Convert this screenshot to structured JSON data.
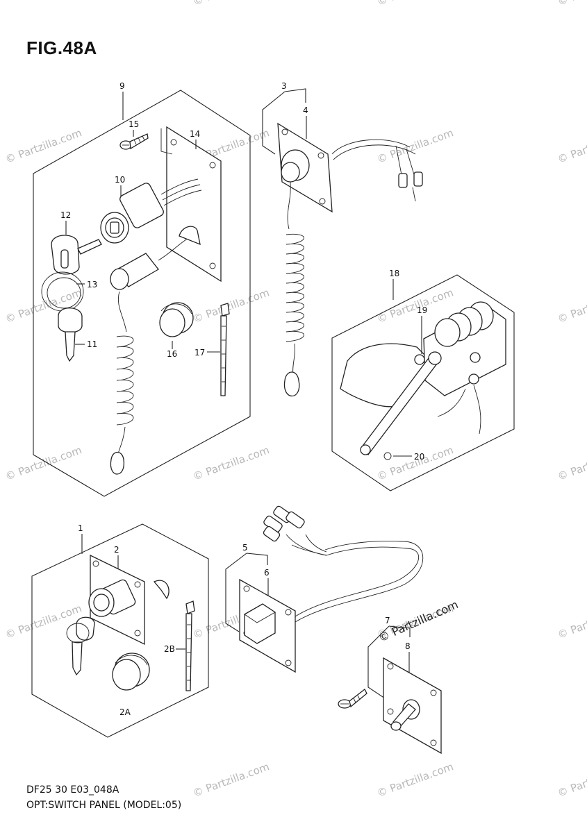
{
  "figure": {
    "title": "FIG.48A",
    "code": "DF25 30 E03_048A",
    "caption": "OPT:SWITCH PANEL (MODEL:05)"
  },
  "watermark": {
    "text": "© Partzilla.com",
    "stamp_text": "© Partzilla.com"
  },
  "callouts": {
    "c1": "1",
    "c2": "2",
    "c2a": "2A",
    "c2b": "2B",
    "c3": "3",
    "c4": "4",
    "c5": "5",
    "c6": "6",
    "c7": "7",
    "c8": "8",
    "c9": "9",
    "c10": "10",
    "c11": "11",
    "c12": "12",
    "c13": "13",
    "c14": "14",
    "c15": "15",
    "c16": "16",
    "c17": "17",
    "c18": "18",
    "c19": "19",
    "c20": "20"
  },
  "colors": {
    "ink": "#222222",
    "watermark": "#b8b8b8",
    "background": "#ffffff"
  }
}
